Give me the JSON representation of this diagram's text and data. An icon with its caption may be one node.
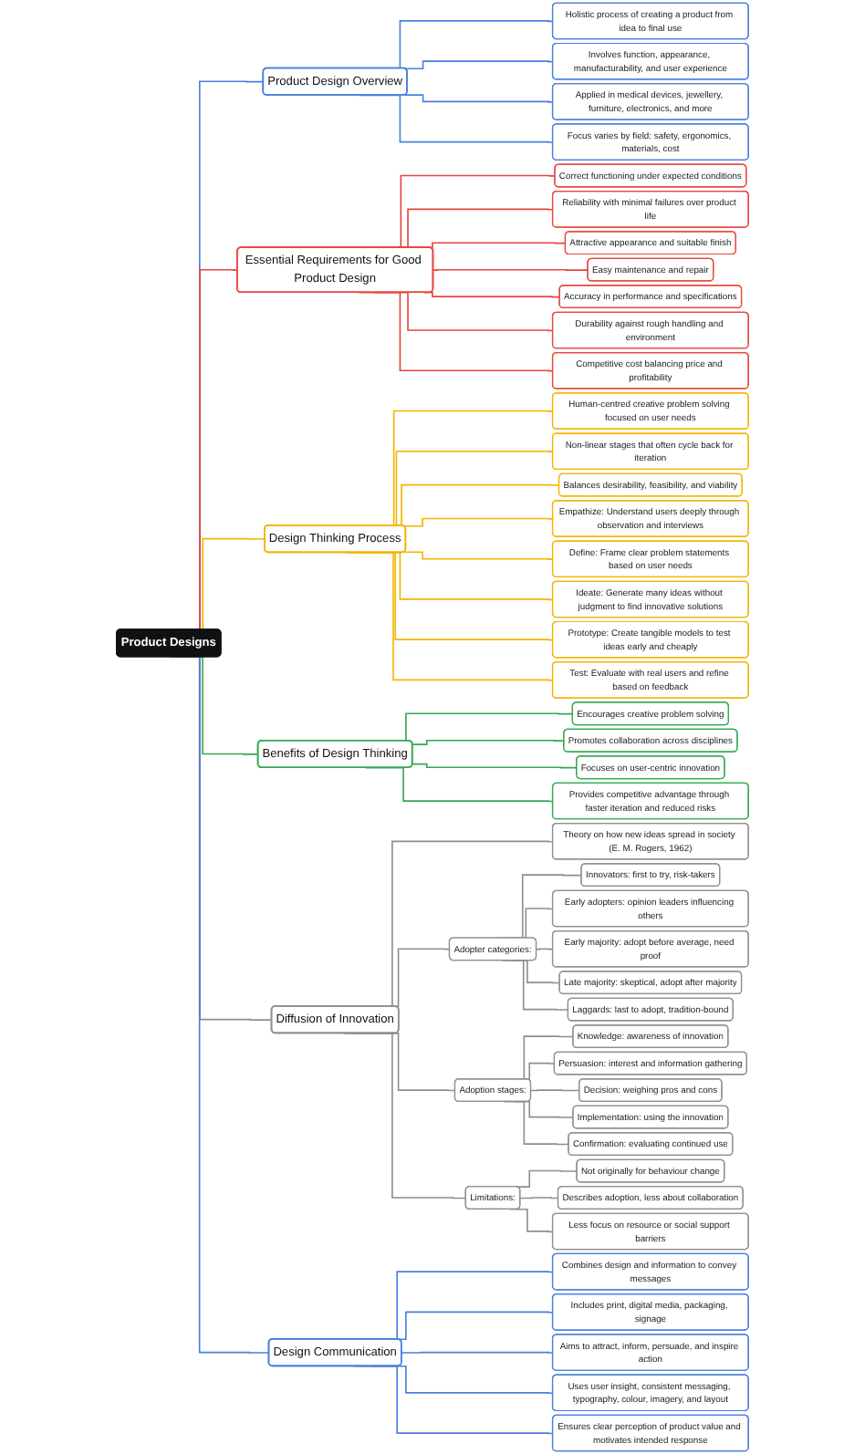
{
  "diagram": {
    "nodes": [
      {
        "text": [
          "Product Designs"
        ]
      },
      {
        "text": [
          "Product Design Overview"
        ]
      },
      {
        "text": [
          "Holistic process of creating a product from idea to final use"
        ]
      },
      {
        "text": [
          "Involves function, appearance, manufacturability, and user experience"
        ]
      },
      {
        "text": [
          "Applied in medical devices, jewellery, furniture, electronics, and more"
        ]
      },
      {
        "text": [
          "Focus varies by field: safety, ergonomics, materials, cost"
        ]
      },
      {
        "text": [
          "Essential Requirements for Good Product Design"
        ]
      },
      {
        "text": [
          "Correct functioning under expected conditions"
        ]
      },
      {
        "text": [
          "Reliability with minimal failures over product life"
        ]
      },
      {
        "text": [
          "Attractive appearance and suitable finish"
        ]
      },
      {
        "text": [
          "Easy maintenance and repair"
        ]
      },
      {
        "text": [
          "Accuracy in performance and specifications"
        ]
      },
      {
        "text": [
          "Durability against rough handling and environment"
        ]
      },
      {
        "text": [
          "Competitive cost balancing price and profitability"
        ]
      },
      {
        "text": [
          "Design Thinking Process"
        ]
      },
      {
        "text": [
          "Human-centred creative problem solving focused on user needs"
        ]
      },
      {
        "text": [
          "Non-linear stages that often cycle back for iteration"
        ]
      },
      {
        "text": [
          "Balances desirability, feasibility, and viability"
        ]
      },
      {
        "text": [
          "Empathize: Understand users deeply through observation and interviews"
        ]
      },
      {
        "text": [
          "Define: Frame clear problem statements based on user needs"
        ]
      },
      {
        "text": [
          "Ideate: Generate many ideas without judgment to find innovative solutions"
        ]
      },
      {
        "text": [
          "Prototype: Create tangible models to test ideas early and cheaply"
        ]
      },
      {
        "text": [
          "Test: Evaluate with real users and refine based on feedback"
        ]
      },
      {
        "text": [
          "Benefits of Design Thinking"
        ]
      },
      {
        "text": [
          "Encourages creative problem solving"
        ]
      },
      {
        "text": [
          "Promotes collaboration across disciplines"
        ]
      },
      {
        "text": [
          "Focuses on user-centric innovation"
        ]
      },
      {
        "text": [
          "Provides competitive advantage through faster iteration and reduced risks"
        ]
      },
      {
        "text": [
          "Diffusion of Innovation"
        ]
      },
      {
        "text": [
          "Theory on how new ideas spread in society (E. M. Rogers, 1962)"
        ]
      },
      {
        "text": [
          "Adopter categories:"
        ]
      },
      {
        "text": [
          "Innovators: first to try, risk-takers"
        ]
      },
      {
        "text": [
          "Early adopters: opinion leaders influencing others"
        ]
      },
      {
        "text": [
          "Early majority: adopt before average, need proof"
        ]
      },
      {
        "text": [
          "Late majority: skeptical, adopt after majority"
        ]
      },
      {
        "text": [
          "Laggards: last to adopt, tradition-bound"
        ]
      },
      {
        "text": [
          "Adoption stages:"
        ]
      },
      {
        "text": [
          "Knowledge: awareness of innovation"
        ]
      },
      {
        "text": [
          "Persuasion: interest and information gathering"
        ]
      },
      {
        "text": [
          "Decision: weighing pros and cons"
        ]
      },
      {
        "text": [
          "Implementation: using the innovation"
        ]
      },
      {
        "text": [
          "Confirmation: evaluating continued use"
        ]
      },
      {
        "text": [
          "Limitations:"
        ]
      },
      {
        "text": [
          "Not originally for behaviour change"
        ]
      },
      {
        "text": [
          "Describes adoption, less about collaboration"
        ]
      },
      {
        "text": [
          "Less focus on resource or social support barriers"
        ]
      },
      {
        "text": [
          "Design Communication"
        ]
      },
      {
        "text": [
          "Combines design and information to convey messages"
        ]
      },
      {
        "text": [
          "Includes print, digital media, packaging, signage"
        ]
      },
      {
        "text": [
          "Aims to attract, inform, persuade, and inspire action"
        ]
      },
      {
        "text": [
          "Uses user insight, consistent messaging, typography, colour, imagery, and layout"
        ]
      },
      {
        "text": [
          "Ensures clear perception of product value and motivates intended response"
        ]
      }
    ],
    "edges": [
      {
        "from": 0,
        "to": 1,
        "arrow": "none",
        "color": "#4a7fe0"
      },
      {
        "from": 1,
        "to": 2,
        "arrow": "none",
        "color": "#4a7fe0"
      },
      {
        "from": 1,
        "to": 3,
        "arrow": "none",
        "color": "#4a7fe0"
      },
      {
        "from": 1,
        "to": 4,
        "arrow": "none",
        "color": "#4a7fe0"
      },
      {
        "from": 1,
        "to": 5,
        "arrow": "none",
        "color": "#4a7fe0"
      },
      {
        "from": 0,
        "to": 6,
        "arrow": "none",
        "color": "#e8453c"
      },
      {
        "from": 6,
        "to": 7,
        "arrow": "none",
        "color": "#e8453c"
      },
      {
        "from": 6,
        "to": 8,
        "arrow": "none",
        "color": "#e8453c"
      },
      {
        "from": 6,
        "to": 9,
        "arrow": "none",
        "color": "#e8453c"
      },
      {
        "from": 6,
        "to": 10,
        "arrow": "none",
        "color": "#e8453c"
      },
      {
        "from": 6,
        "to": 11,
        "arrow": "none",
        "color": "#e8453c"
      },
      {
        "from": 6,
        "to": 12,
        "arrow": "none",
        "color": "#e8453c"
      },
      {
        "from": 6,
        "to": 13,
        "arrow": "none",
        "color": "#e8453c"
      },
      {
        "from": 0,
        "to": 14,
        "arrow": "none",
        "color": "#f4b400"
      },
      {
        "from": 14,
        "to": 15,
        "arrow": "none",
        "color": "#f4b400"
      },
      {
        "from": 14,
        "to": 16,
        "arrow": "none",
        "color": "#f4b400"
      },
      {
        "from": 14,
        "to": 17,
        "arrow": "none",
        "color": "#f4b400"
      },
      {
        "from": 14,
        "to": 18,
        "arrow": "none",
        "color": "#f4b400"
      },
      {
        "from": 14,
        "to": 19,
        "arrow": "none",
        "color": "#f4b400"
      },
      {
        "from": 14,
        "to": 20,
        "arrow": "none",
        "color": "#f4b400"
      },
      {
        "from": 14,
        "to": 21,
        "arrow": "none",
        "color": "#f4b400"
      },
      {
        "from": 14,
        "to": 22,
        "arrow": "none",
        "color": "#f4b400"
      },
      {
        "from": 0,
        "to": 23,
        "arrow": "none",
        "color": "#34a853"
      },
      {
        "from": 23,
        "to": 24,
        "arrow": "none",
        "color": "#34a853"
      },
      {
        "from": 23,
        "to": 25,
        "arrow": "none",
        "color": "#34a853"
      },
      {
        "from": 23,
        "to": 26,
        "arrow": "none",
        "color": "#34a853"
      },
      {
        "from": 23,
        "to": 27,
        "arrow": "none",
        "color": "#34a853"
      },
      {
        "from": 0,
        "to": 28,
        "arrow": "none"
      },
      {
        "from": 28,
        "to": 29,
        "arrow": "none"
      },
      {
        "from": 28,
        "to": 30,
        "arrow": "none"
      },
      {
        "from": 30,
        "to": 31,
        "arrow": "none"
      },
      {
        "from": 30,
        "to": 32,
        "arrow": "none"
      },
      {
        "from": 30,
        "to": 33,
        "arrow": "none"
      },
      {
        "from": 30,
        "to": 34,
        "arrow": "none"
      },
      {
        "from": 30,
        "to": 35,
        "arrow": "none"
      },
      {
        "from": 28,
        "to": 36,
        "arrow": "none"
      },
      {
        "from": 36,
        "to": 37,
        "arrow": "none"
      },
      {
        "from": 36,
        "to": 38,
        "arrow": "none"
      },
      {
        "from": 36,
        "to": 39,
        "arrow": "none"
      },
      {
        "from": 36,
        "to": 40,
        "arrow": "none"
      },
      {
        "from": 36,
        "to": 41,
        "arrow": "none"
      },
      {
        "from": 28,
        "to": 42,
        "arrow": "none"
      },
      {
        "from": 42,
        "to": 43,
        "arrow": "none"
      },
      {
        "from": 42,
        "to": 44,
        "arrow": "none"
      },
      {
        "from": 42,
        "to": 45,
        "arrow": "none"
      },
      {
        "from": 0,
        "to": 46,
        "arrow": "none",
        "color": "#4a7fe0"
      },
      {
        "from": 46,
        "to": 47,
        "arrow": "none",
        "color": "#4a7fe0"
      },
      {
        "from": 46,
        "to": 48,
        "arrow": "none",
        "color": "#4a7fe0"
      },
      {
        "from": 46,
        "to": 49,
        "arrow": "none",
        "color": "#4a7fe0"
      },
      {
        "from": 46,
        "to": 50,
        "arrow": "none",
        "color": "#4a7fe0"
      },
      {
        "from": 46,
        "to": 51,
        "arrow": "none",
        "color": "#4a7fe0"
      }
    ]
  }
}
